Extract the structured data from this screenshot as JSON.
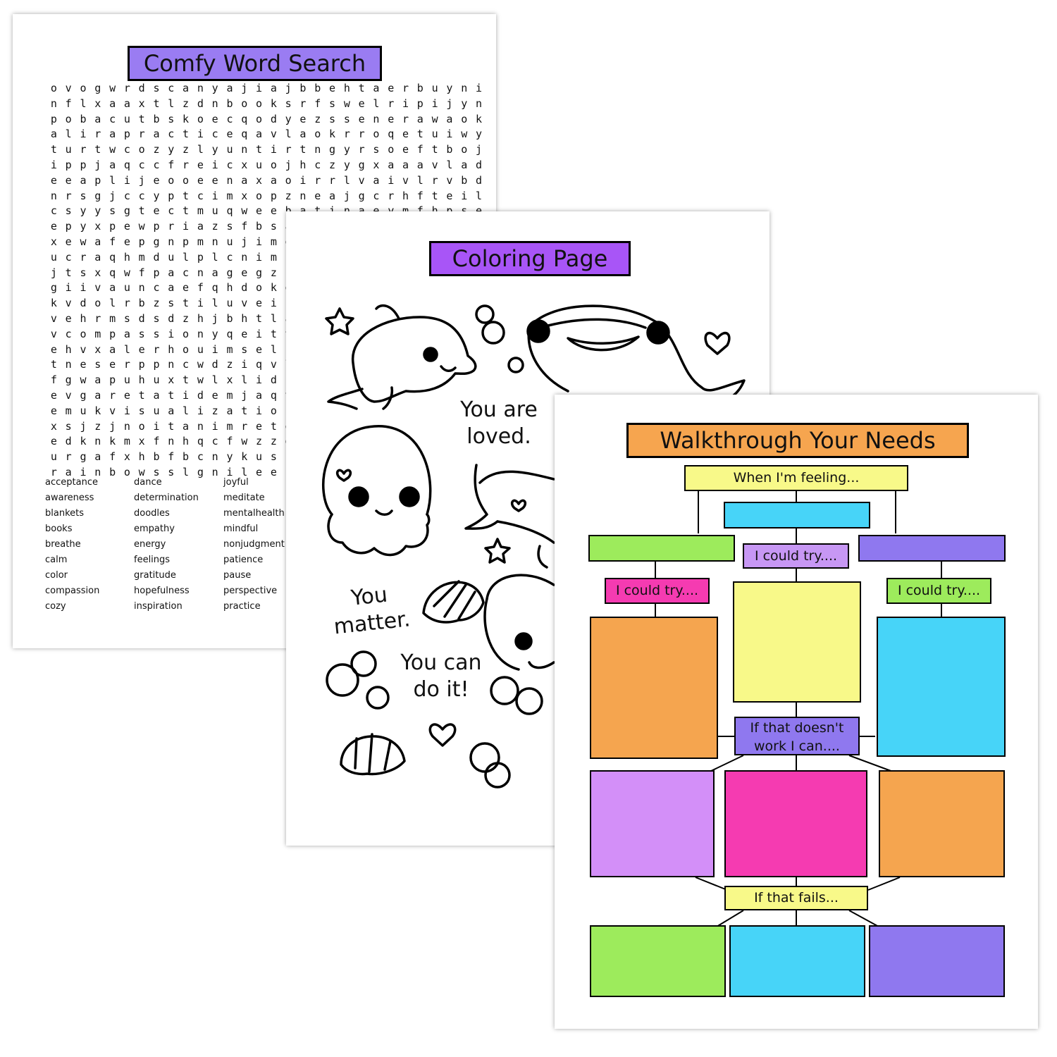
{
  "word_search": {
    "title": "Comfy Word Search",
    "grid": [
      "ovogwrdscanyajiajbbehtaerbuyni",
      "nflxaaxtlzdnbooksrfswelripijyn",
      "pobacutbskoecqodyezssenerawaok",
      "alirapracticeqavlaokrroqetuiwy",
      "turtwcozyzlyuntirtngyrsoeftboj",
      "ippjaqccfreicxuojhczygxaaavlad",
      "eeaplijeooeenaxaoirrlvaivlrvbd",
      "nrsgjccyptcimxopzneajgcrhfteil",
      "csyysgtectmuqweebatinaeymfhpse",
      "epyxpewpriazsfbsa",
      "xewafepgnpmnujime",
      "ucraqhmdulplcnimk",
      "jtsxqwfpacnagegzp",
      "giivauncaefqhdoke",
      "kvdolrbzstiluvein",
      "vehrmsdsdzhjbhtla",
      "vcompassionyqeitv",
      "ehvxalerhouimself",
      "tneserppncwdziqvl",
      "fgwapuhuxtwlxlidc",
      "evgaretatidemjaqv",
      "emukvisualization",
      "xsjzjnoitanimrete",
      "edknkmxfnhqcfwzzg",
      "urgafxhbfbcnykush",
      "rainbowsslgnileef"
    ],
    "words": [
      [
        "acceptance",
        "awareness",
        "blankets",
        "books",
        "breathe",
        "calm",
        "color",
        "compassion",
        "cozy"
      ],
      [
        "dance",
        "determination",
        "doodles",
        "empathy",
        "energy",
        "feelings",
        "gratitude",
        "hopefulness",
        "inspiration"
      ],
      [
        "joyful",
        "meditate",
        "mentalhealth",
        "mindful",
        "nonjudgment",
        "patience",
        "pause",
        "perspective",
        "practice"
      ]
    ]
  },
  "coloring_page": {
    "title": "Coloring Page",
    "messages": {
      "loved": "You are\nloved.",
      "matter": "You\nmatter.",
      "can_do": "You can\ndo it!"
    }
  },
  "walkthrough": {
    "title": "Walkthrough Your Needs",
    "feeling_label": "When I'm feeling...",
    "try_label": "I could try....",
    "if_doesnt_label": "If that doesn't\nwork I can....",
    "if_fails_label": "If that fails...",
    "colors": {
      "yellow": "#f8f989",
      "cyan": "#47d4f8",
      "green": "#9deb5c",
      "purple": "#8f78ef",
      "pink": "#f53bb1",
      "orange": "#f5a54f",
      "lilac": "#d38ff8",
      "lavender": "#c797f4"
    }
  }
}
